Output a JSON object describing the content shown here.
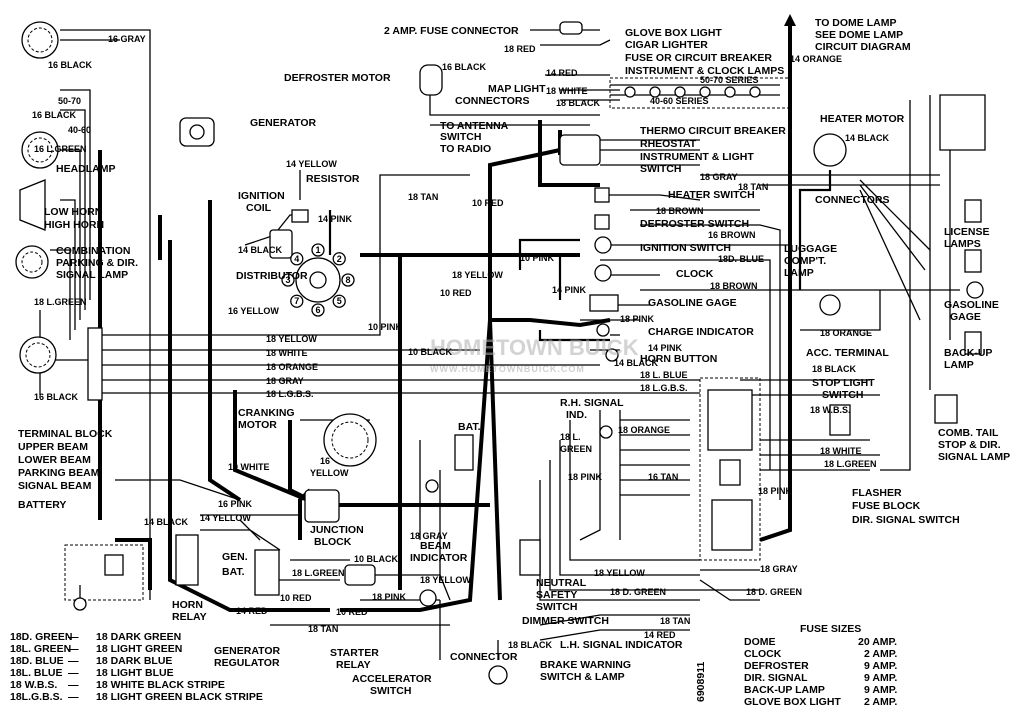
{
  "labels": {
    "fuse_connector": "2 AMP. FUSE CONNECTOR",
    "glove_box_light": "GLOVE BOX LIGHT",
    "cigar_lighter": "CIGAR LIGHTER",
    "fuse_circuit_breaker": "FUSE OR CIRCUIT BREAKER",
    "instrument_clock_lamps": "INSTRUMENT & CLOCK LAMPS",
    "series_50_70": "50-70 SERIES",
    "series_40_60": "40-60 SERIES",
    "to_dome_lamp": "TO DOME LAMP",
    "see_dome_lamp": "SEE DOME LAMP",
    "circuit_diagram": "CIRCUIT DIAGRAM",
    "defroster_motor": "DEFROSTER MOTOR",
    "map_light": "MAP LIGHT",
    "connectors_top": "CONNECTORS",
    "to_antenna_switch": "TO ANTENNA",
    "switch_word": "SWITCH",
    "to_radio": "TO RADIO",
    "thermo_breaker": "THERMO CIRCUIT BREAKER",
    "rheostat": "RHEOSTAT",
    "instrument_light_switch": "INSTRUMENT & LIGHT",
    "switch_word2": "SWITCH",
    "heater_motor": "HEATER MOTOR",
    "generator": "GENERATOR",
    "resistor": "RESISTOR",
    "ignition_coil_1": "IGNITION",
    "ignition_coil_2": "COIL",
    "distributor": "DISTRIBUTOR",
    "headlamp": "HEADLAMP",
    "low_horn": "LOW HORN",
    "high_horn": "HIGH HORN",
    "combination_1": "COMBINATION",
    "combination_2": "PARKING & DIR.",
    "combination_3": "SIGNAL LAMP",
    "heater_switch": "HEATER SWITCH",
    "defroster_switch": "DEFROSTER SWITCH",
    "ignition_switch": "IGNITION SWITCH",
    "clock": "CLOCK",
    "gasoline_gage_dash": "GASOLINE GAGE",
    "charge_indicator": "CHARGE INDICATOR",
    "horn_button": "HORN BUTTON",
    "connectors_right": "CONNECTORS",
    "license_lamps_1": "LICENSE",
    "license_lamps_2": "LAMPS",
    "luggage_1": "LUGGAGE",
    "luggage_2": "COMP'T.",
    "luggage_3": "LAMP",
    "gasoline_gage_tank_1": "GASOLINE",
    "gasoline_gage_tank_2": "GAGE",
    "back_up_lamp_1": "BACK-UP",
    "back_up_lamp_2": "LAMP",
    "acc_terminal": "ACC. TERMINAL",
    "stop_light_1": "STOP LIGHT",
    "stop_light_2": "SWITCH",
    "rh_signal_1": "R.H. SIGNAL",
    "rh_signal_2": "IND.",
    "comb_tail_1": "COMB. TAIL",
    "comb_tail_2": "STOP & DIR.",
    "comb_tail_3": "SIGNAL LAMP",
    "flasher": "FLASHER",
    "fuse_block": "FUSE BLOCK",
    "dir_signal_switch": "DIR. SIGNAL SWITCH",
    "terminal_block": "TERMINAL BLOCK",
    "upper_beam": "UPPER BEAM",
    "lower_beam": "LOWER BEAM",
    "parking_beam": "PARKING BEAM",
    "signal_beam": "SIGNAL BEAM",
    "cranking_motor_1": "CRANKING",
    "cranking_motor_2": "MOTOR",
    "junction_block_1": "JUNCTION",
    "junction_block_2": "BLOCK",
    "battery": "BATTERY",
    "horn_relay_1": "HORN",
    "horn_relay_2": "RELAY",
    "gen_term": "GEN.",
    "bat_term": "BAT.",
    "bat_term_2": "BAT.",
    "generator_regulator_1": "GENERATOR",
    "generator_regulator_2": "REGULATOR",
    "starter_relay_1": "STARTER",
    "starter_relay_2": "RELAY",
    "accelerator_switch_1": "ACCELERATOR",
    "accelerator_switch_2": "SWITCH",
    "beam_indicator_1": "BEAM",
    "beam_indicator_2": "INDICATOR",
    "neutral_safety_1": "NEUTRAL",
    "neutral_safety_2": "SAFETY",
    "neutral_safety_3": "SWITCH",
    "dimmer_switch": "DIMMER SWITCH",
    "lh_signal": "L.H. SIGNAL INDICATOR",
    "connector": "CONNECTOR",
    "brake_warning_1": "BRAKE WARNING",
    "brake_warning_2": "SWITCH & LAMP",
    "part_number": "6908911",
    "tick_50_70": "50-70",
    "tick_40_60": "40-60"
  },
  "wires": {
    "gray_16_top": "16 GRAY",
    "black_16_a": "16 BLACK",
    "black_16_b": "16 BLACK",
    "lgreen_16": "16 L.GREEN",
    "red_18_fuse": "18 RED",
    "black_16_def": "16 BLACK",
    "red_14": "14 RED",
    "white_18": "18 WHITE",
    "black_18_map": "18 BLACK",
    "orange_14": "14 ORANGE",
    "yellow_14": "14 YELLOW",
    "pink_14_coil": "14 PINK",
    "black_14_coil": "14 BLACK",
    "tan_18": "18 TAN",
    "red_10_top": "10 RED",
    "gray_18_top": "18 GRAY",
    "tan_18_top": "18 TAN",
    "black_14_heater": "14 BLACK",
    "brown_18": "18 BROWN",
    "brown_16": "16 BROWN",
    "pink_10": "10 PINK",
    "dblue_18": "18D. BLUE",
    "yellow_16": "16 YELLOW",
    "yellow_18": "18 YELLOW",
    "red_10": "10 RED",
    "pink_14": "14 PINK",
    "brown_18_b": "18 BROWN",
    "pink_18": "18 PINK",
    "orange_18_rear": "18 ORANGE",
    "pink_10_b": "10 PINK",
    "black_10": "10 BLACK",
    "pink_14_horn": "14 PINK",
    "black_14_horn": "14 BLACK",
    "lblue_18": "18 L. BLUE",
    "lgbs_18": "18 L.G.B.S.",
    "yellow_18_mid": "18 YELLOW",
    "white_18_mid": "18 WHITE",
    "orange_18_mid": "18 ORANGE",
    "gray_18_mid": "18 GRAY",
    "lgbs_18_mid": "18 L.G.B.S.",
    "black_18_right": "18 BLACK",
    "wbs_18": "18 W.B.S.",
    "white_18_right": "18 WHITE",
    "lgreen_18_right": "18 L.GREEN",
    "lgreen_18_left": "18 L.GREEN",
    "black_16_left": "16 BLACK",
    "orange_18_ind": "18 ORANGE",
    "lgreen_18_ind": "18 L.",
    "green_ind": "GREEN",
    "pink_18_ind": "18 PINK",
    "tan_16": "16 TAN",
    "pink_18_ind2": "18 PINK",
    "white_10": "10 WHITE",
    "yellow_16_crank": "16",
    "yellow_16_crank2": "YELLOW",
    "pink_16": "16 PINK",
    "yellow_14_low": "14 YELLOW",
    "black_14_low": "14 BLACK",
    "black_10_low": "10 BLACK",
    "lgreen_18_low": "18 L.GREEN",
    "gray_18_beam": "18 GRAY",
    "yellow_18_low": "18 YELLOW",
    "pink_18_low": "18 PINK",
    "red_10_low": "10 RED",
    "red_10_low2": "10 RED",
    "red_14_low": "14 RED",
    "tan_18_low": "18 TAN",
    "yellow_18_bottom": "18 YELLOW",
    "dgreen_18": "18 D. GREEN",
    "dgreen_18_b": "18 D. GREEN",
    "gray_18_bottom": "18 GRAY",
    "tan_18_bottom": "18 TAN",
    "red_14_bottom": "14 RED",
    "black_18_bottom": "18 BLACK"
  },
  "legend": [
    {
      "code": "18D. GREEN",
      "meaning": "18 DARK GREEN"
    },
    {
      "code": "18L. GREEN",
      "meaning": "18 LIGHT GREEN"
    },
    {
      "code": "18D. BLUE",
      "meaning": "18 DARK BLUE"
    },
    {
      "code": "18L. BLUE",
      "meaning": "18 LIGHT BLUE"
    },
    {
      "code": "18 W.B.S.",
      "meaning": "18 WHITE BLACK STRIPE"
    },
    {
      "code": "18L.G.B.S.",
      "meaning": "18 LIGHT GREEN BLACK STRIPE"
    }
  ],
  "fuse_sizes": {
    "title": "FUSE SIZES",
    "rows": [
      {
        "item": "DOME",
        "size": "20 AMP."
      },
      {
        "item": "CLOCK",
        "size": "2 AMP."
      },
      {
        "item": "DEFROSTER",
        "size": "9 AMP."
      },
      {
        "item": "DIR. SIGNAL",
        "size": "9 AMP."
      },
      {
        "item": "BACK-UP LAMP",
        "size": "9 AMP."
      },
      {
        "item": "GLOVE BOX LIGHT",
        "size": "2 AMP."
      }
    ]
  },
  "distributor_numbers": [
    "1",
    "2",
    "3",
    "4",
    "5",
    "6",
    "7",
    "8"
  ],
  "watermark": {
    "main": "HOMETOWN BUICK",
    "url": "WWW.HOMETOWNBUICK.COM"
  }
}
